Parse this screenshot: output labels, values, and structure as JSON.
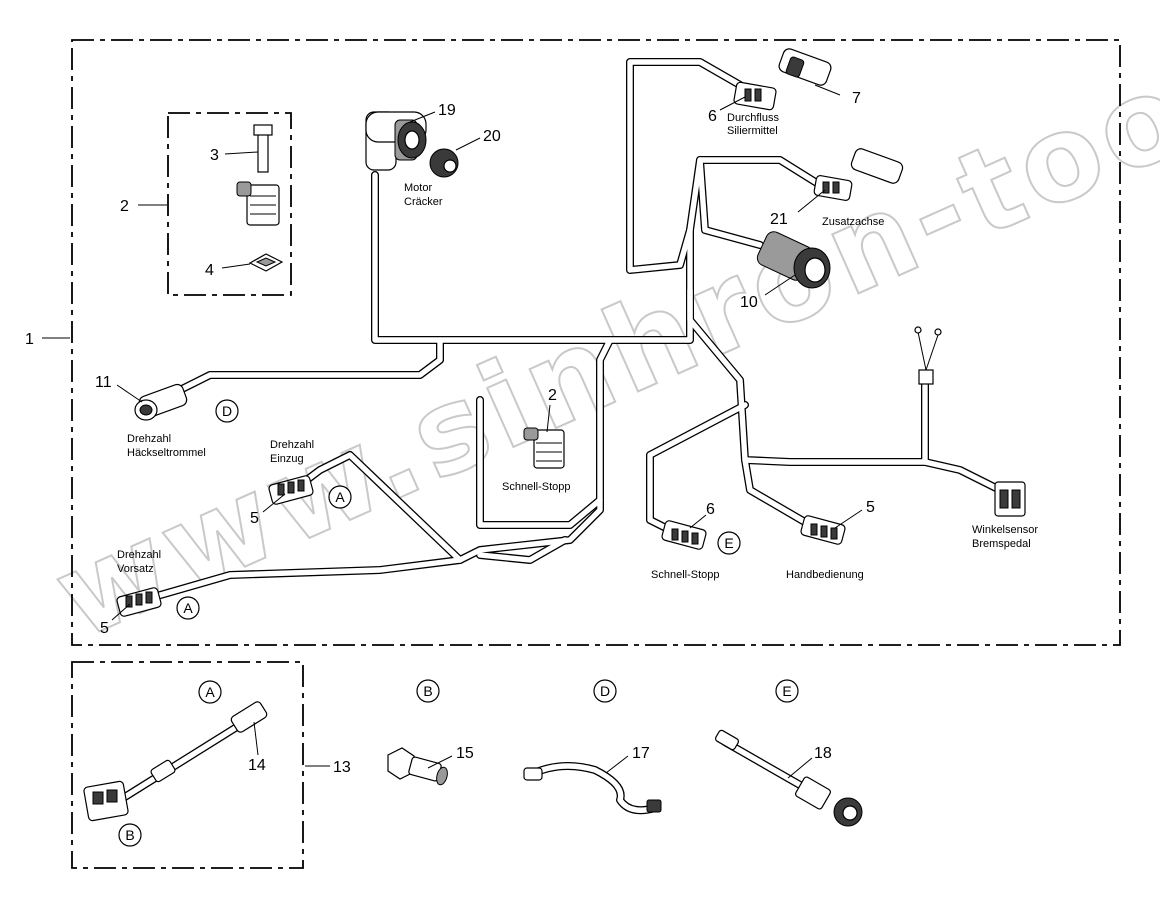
{
  "callouts": {
    "n1": "1",
    "n2a": "2",
    "n2b": "2",
    "n3": "3",
    "n4": "4",
    "n5a": "5",
    "n5b": "5",
    "n5c": "5",
    "n6a": "6",
    "n6b": "6",
    "n7": "7",
    "n10": "10",
    "n11": "11",
    "n13": "13",
    "n14": "14",
    "n15": "15",
    "n17": "17",
    "n18": "18",
    "n19": "19",
    "n20": "20",
    "n21": "21"
  },
  "captions": {
    "durchfluss_1": "Durchfluss",
    "durchfluss_2": "Siliermittel",
    "motor_1": "Motor",
    "motor_2": "Cräcker",
    "zusatzachse": "Zusatzachse",
    "drehzahl_haeck_1": "Drehzahl",
    "drehzahl_haeck_2": "Häckseltrommel",
    "drehzahl_einzug_1": "Drehzahl",
    "drehzahl_einzug_2": "Einzug",
    "drehzahl_vorsatz_1": "Drehzahl",
    "drehzahl_vorsatz_2": "Vorsatz",
    "schnell_stopp_center": "Schnell-Stopp",
    "schnell_stopp_right": "Schnell-Stopp",
    "handbedienung": "Handbedienung",
    "winkelsensor_1": "Winkelsensor",
    "winkelsensor_2": "Bremspedal"
  },
  "markers": {
    "d_main": "D",
    "a_einzug": "A",
    "a_vorsatz": "A",
    "e_main": "E",
    "a_kit": "A",
    "b_kit": "B",
    "b_top": "B",
    "d_top": "D",
    "e_top": "E"
  },
  "watermark": "www.sinhron-too.kz"
}
